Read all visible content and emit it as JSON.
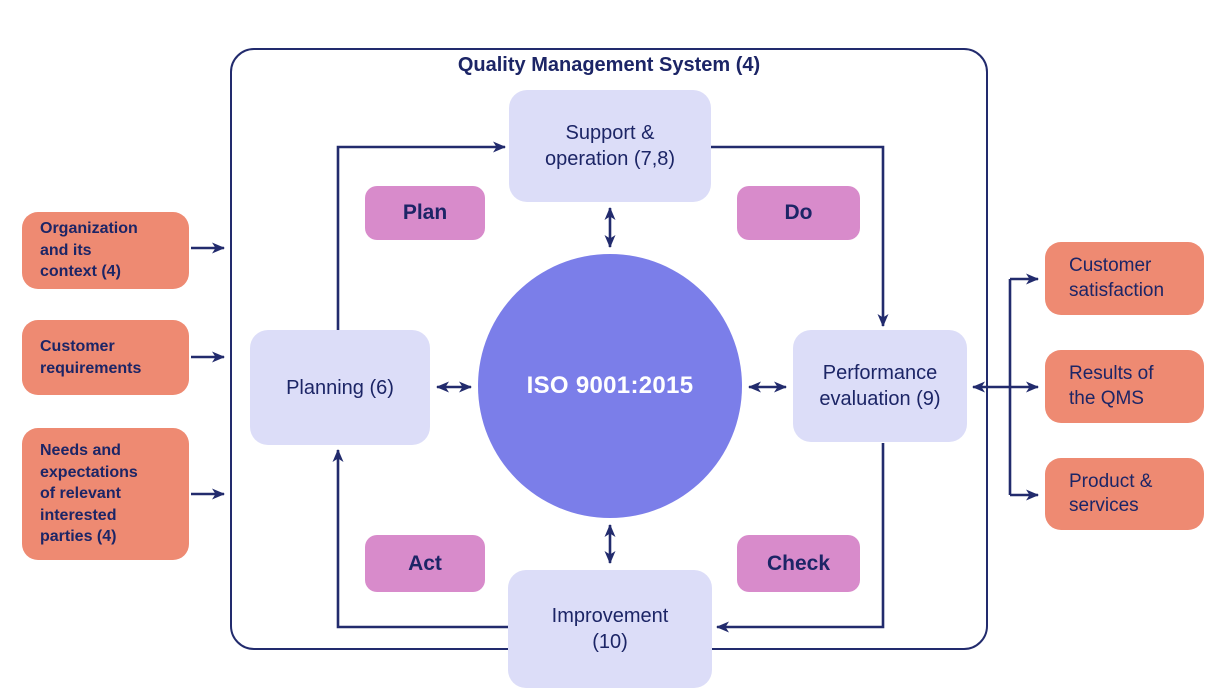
{
  "title": "Quality Management System (4)",
  "circle_label": "ISO 9001:2015",
  "nodes": {
    "support": "Support &\noperation (7,8)",
    "planning": "Planning (6)",
    "performance": "Performance\nevaluation (9)",
    "improvement": "Improvement\n(10)"
  },
  "pdca": {
    "plan": "Plan",
    "do": "Do",
    "check": "Check",
    "act": "Act"
  },
  "inputs": [
    {
      "label": "Organization\nand its\ncontext (4)"
    },
    {
      "label": "Customer\nrequirements"
    },
    {
      "label": "Needs and\nexpectations\nof relevant\ninterested\nparties (4)"
    }
  ],
  "outputs": [
    {
      "label": "Customer\nsatisfaction"
    },
    {
      "label": "Results of\nthe QMS"
    },
    {
      "label": "Product &\nservices"
    }
  ],
  "colors": {
    "navy": "#222b6d",
    "lavender": "#dcddf8",
    "periwinkle": "#7b7ee9",
    "pink": "#d88bcb",
    "salmon": "#ee8a72",
    "background": "#ffffff"
  }
}
